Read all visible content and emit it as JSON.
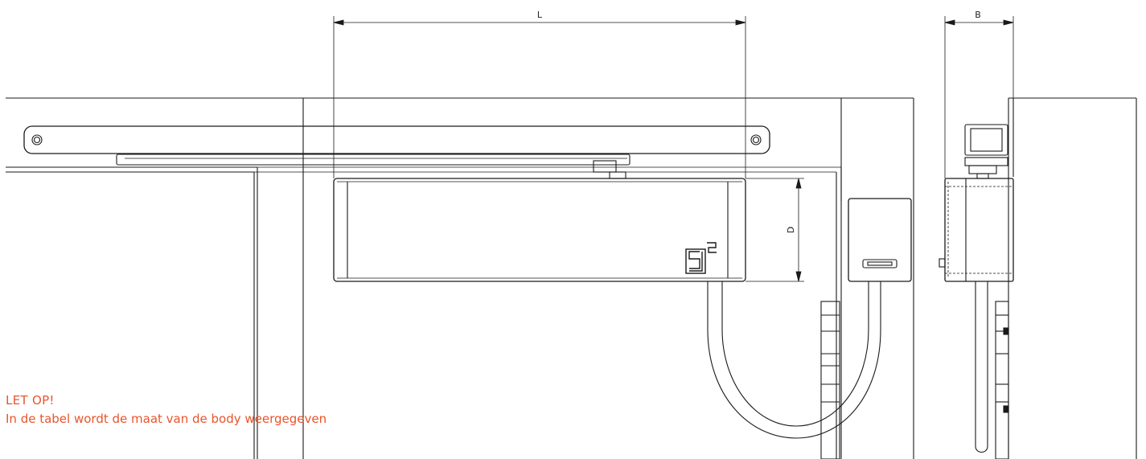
{
  "dimensions": {
    "length": "L",
    "width": "B",
    "depth": "D"
  },
  "note": {
    "title": "LET OP!",
    "text": "In de tabel wordt de maat van de body weergegeven"
  },
  "logo": {
    "lettering": "S2"
  },
  "colors": {
    "line": "#1a1a1a",
    "accent": "#e8552b"
  }
}
